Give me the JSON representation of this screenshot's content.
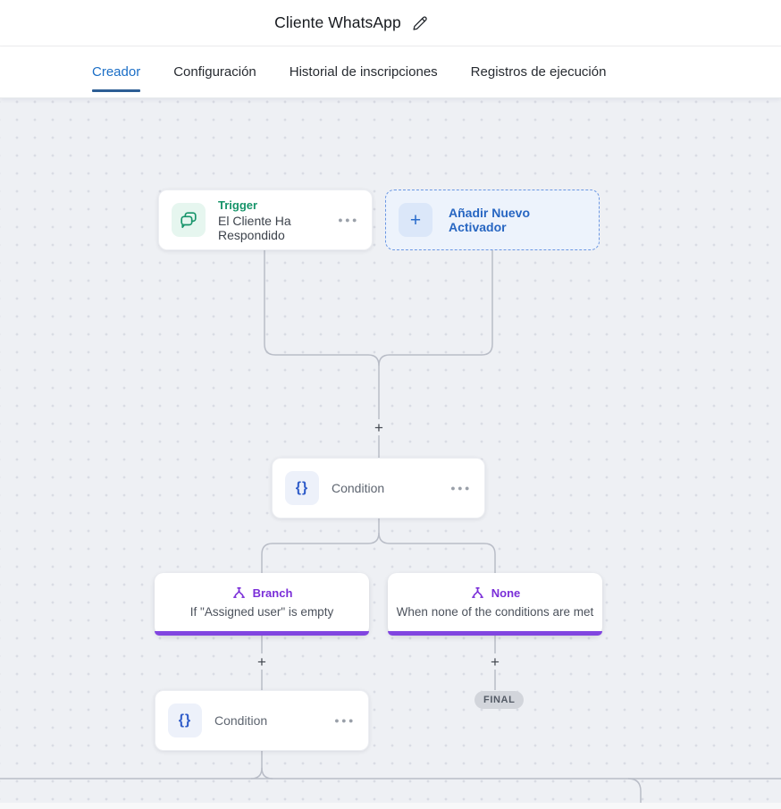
{
  "header": {
    "title": "Cliente WhatsApp"
  },
  "tabs": {
    "items": [
      {
        "label": "Creador",
        "active": true
      },
      {
        "label": "Configuración",
        "active": false
      },
      {
        "label": "Historial de inscripciones",
        "active": false
      },
      {
        "label": "Registros de ejecución",
        "active": false
      }
    ]
  },
  "canvas": {
    "trigger_node": {
      "type_label": "Trigger",
      "name": "El Cliente Ha Respondido"
    },
    "add_trigger_button": {
      "label": "Añadir Nuevo Activador"
    },
    "condition_node_1": {
      "label": "Condition"
    },
    "branch_node": {
      "title": "Branch",
      "subtitle": "If \"Assigned user\" is empty"
    },
    "none_node": {
      "title": "None",
      "subtitle": "When none of the conditions are met"
    },
    "condition_node_2": {
      "label": "Condition"
    },
    "final_badge": {
      "label": "FINAL"
    }
  },
  "icons": {
    "more_menu": "●●●",
    "plus_connector": "+",
    "add_plus": "+",
    "braces": "{}"
  },
  "colors": {
    "tab_active": "#1b6ec6",
    "tab_underline": "#2d5e94",
    "trigger_green": "#17946a",
    "condition_blue": "#2f5cc9",
    "add_blue": "#2766c2",
    "branch_purple": "#7a2ed8",
    "branch_bar": "#8145e0",
    "canvas_bg": "#eef0f4",
    "connector_gray": "#b9bdc7",
    "final_badge_bg": "#d2d5db"
  }
}
